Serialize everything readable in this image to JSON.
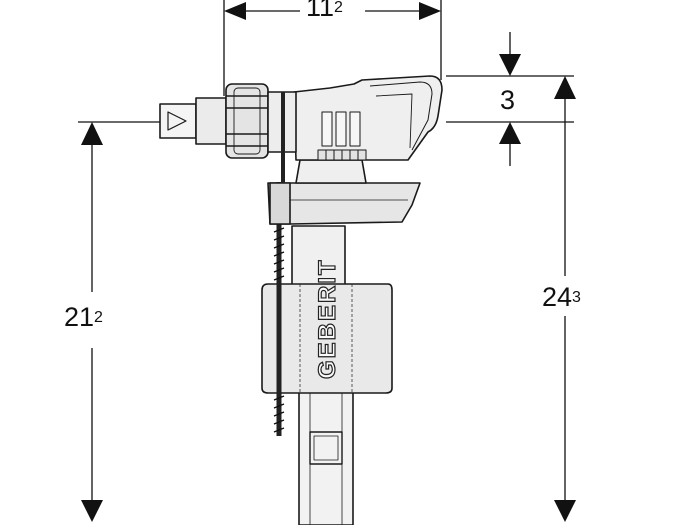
{
  "dimensions": {
    "width_main": "11",
    "width_sup": "2",
    "offset_main": "3",
    "offset_sup": "",
    "left_height_main": "21",
    "left_height_sup": "2",
    "right_height_main": "24",
    "right_height_sup": "3"
  },
  "brand": {
    "logo_text": "GEBERIT"
  }
}
